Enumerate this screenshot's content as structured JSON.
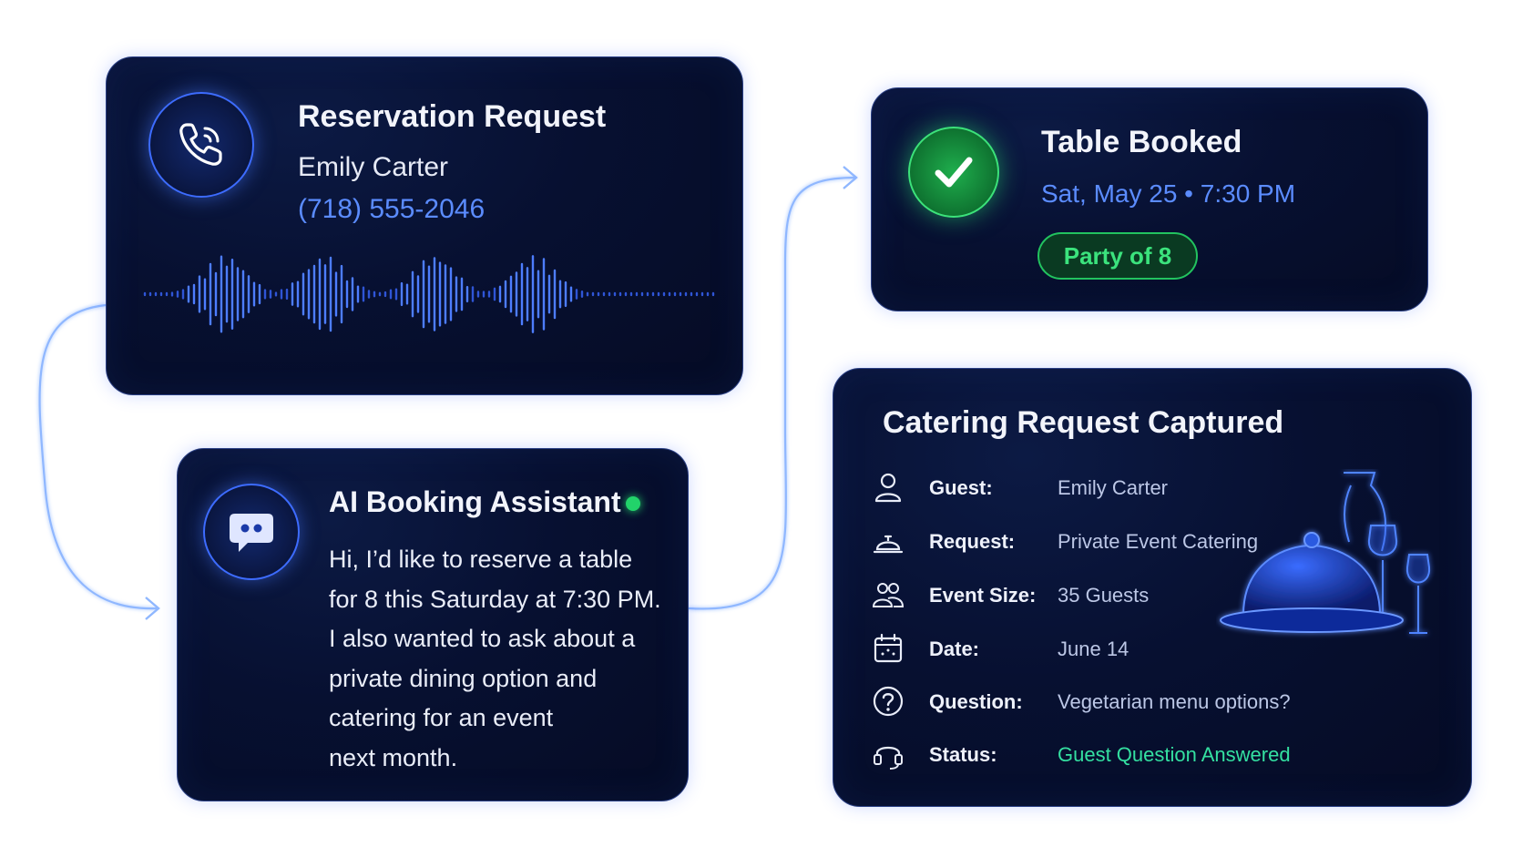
{
  "reservation": {
    "title": "Reservation Request",
    "name": "Emily Carter",
    "phone": "(718) 555-2046",
    "icon": "phone-icon"
  },
  "assistant": {
    "title": "AI Booking Assistant",
    "status_color": "#22d36a",
    "message_lines": [
      "Hi, I’d like to reserve a table",
      "for 8 this Saturday at 7:30 PM.",
      "I also wanted to ask about a",
      "private dining option and",
      "catering for an event",
      "next month."
    ],
    "icon": "chat-bubble-icon"
  },
  "booked": {
    "title": "Table Booked",
    "datetime": "Sat, May 25 • 7:30 PM",
    "party": "Party of 8",
    "icon": "checkmark-icon"
  },
  "catering": {
    "title": "Catering Request Captured",
    "rows": [
      {
        "icon": "person-icon",
        "label": "Guest:",
        "value": "Emily Carter"
      },
      {
        "icon": "service-bell-icon",
        "label": "Request:",
        "value": "Private Event Catering"
      },
      {
        "icon": "group-icon",
        "label": "Event Size:",
        "value": "35 Guests"
      },
      {
        "icon": "calendar-icon",
        "label": "Date:",
        "value": "June 14"
      },
      {
        "icon": "question-icon",
        "label": "Question:",
        "value": "Vegetarian menu options?"
      },
      {
        "icon": "headset-icon",
        "label": "Status:",
        "value": "Guest Question Answered"
      }
    ]
  },
  "colors": {
    "accent_blue": "#5b8cff",
    "success_green": "#22d36a",
    "status_teal": "#34e0a1",
    "card_bg": "#071031"
  }
}
